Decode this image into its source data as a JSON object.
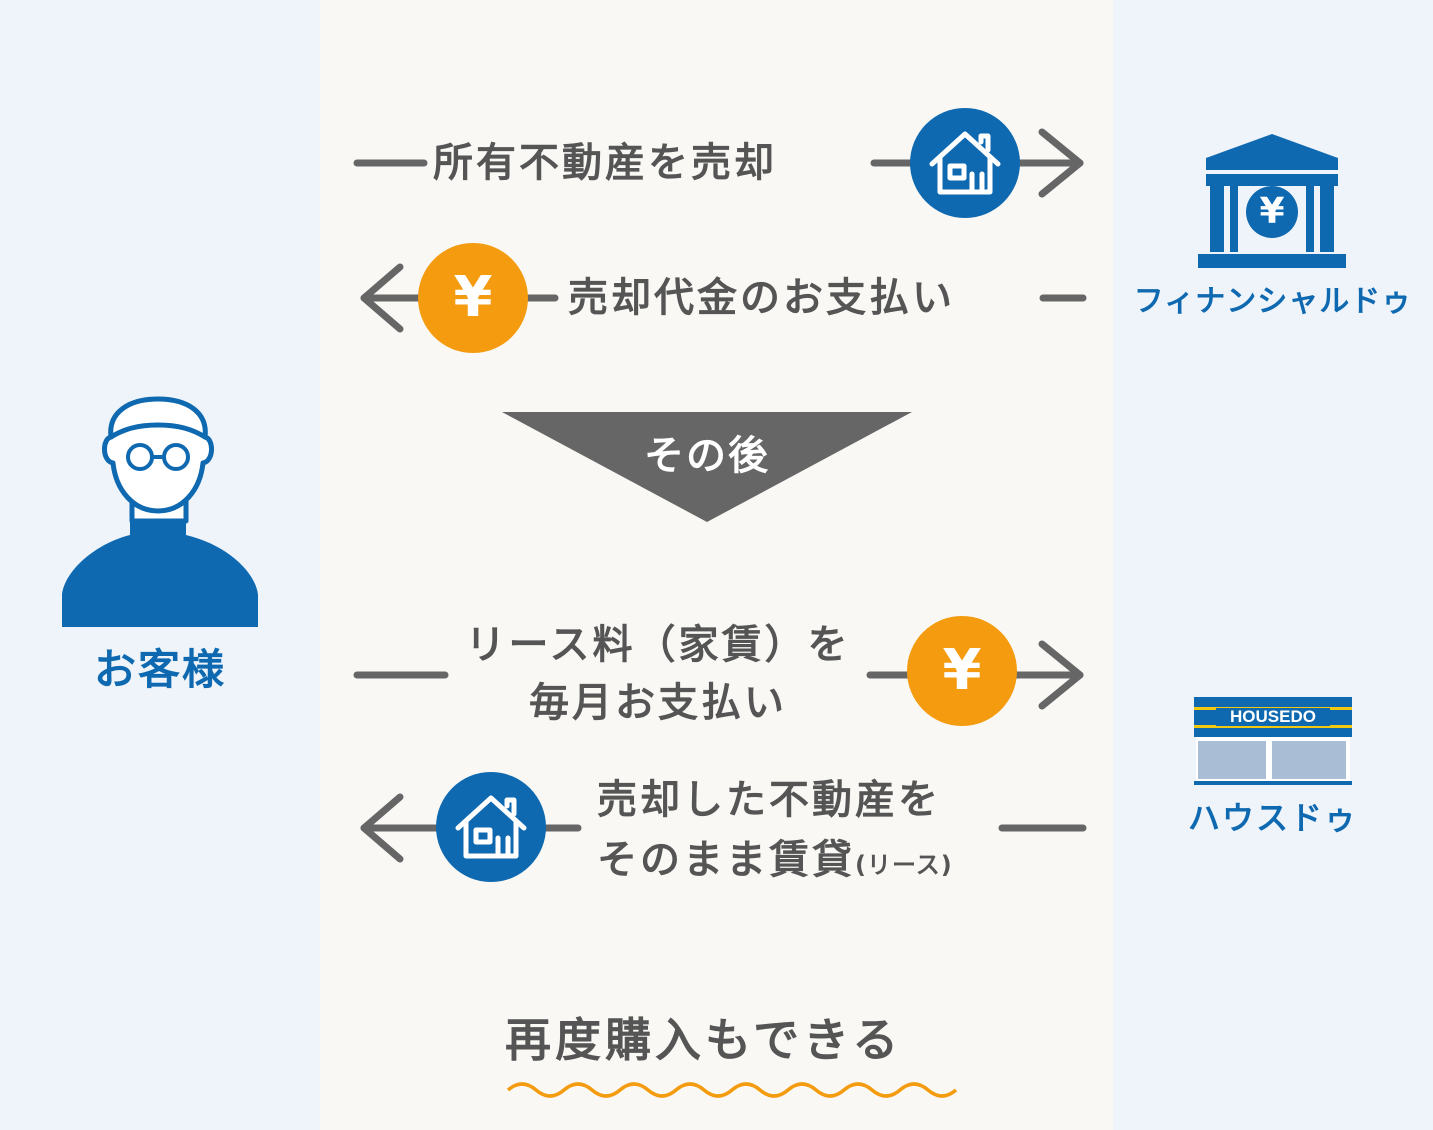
{
  "flows": {
    "sell_property": "所有不動産を売却",
    "sale_payment": "売却代金のお支払い",
    "after_label": "その後",
    "lease_fee_line1": "リース料（家賃）を",
    "lease_fee_line2": "毎月お支払い",
    "lease_back_line1": "売却した不動産を",
    "lease_back_line2_main": "そのまま賃貸",
    "lease_back_line2_small": "(リース)",
    "repurchase": "再度購入もできる"
  },
  "actors": {
    "customer": "お客様",
    "finance": "フィナンシャルドゥ",
    "housedo": "ハウスドゥ",
    "housedo_logo_text": "HOUSEDO"
  },
  "icons": {
    "yen_symbol": "¥",
    "yen_bank_symbol": "¥"
  },
  "colors": {
    "brand_blue": "#0f69b0",
    "orange": "#f49b0f",
    "text_gray": "#555555",
    "arrow_gray": "#666666",
    "mid_bg": "#f9f8f4",
    "side_bg": "#eef4fa"
  }
}
